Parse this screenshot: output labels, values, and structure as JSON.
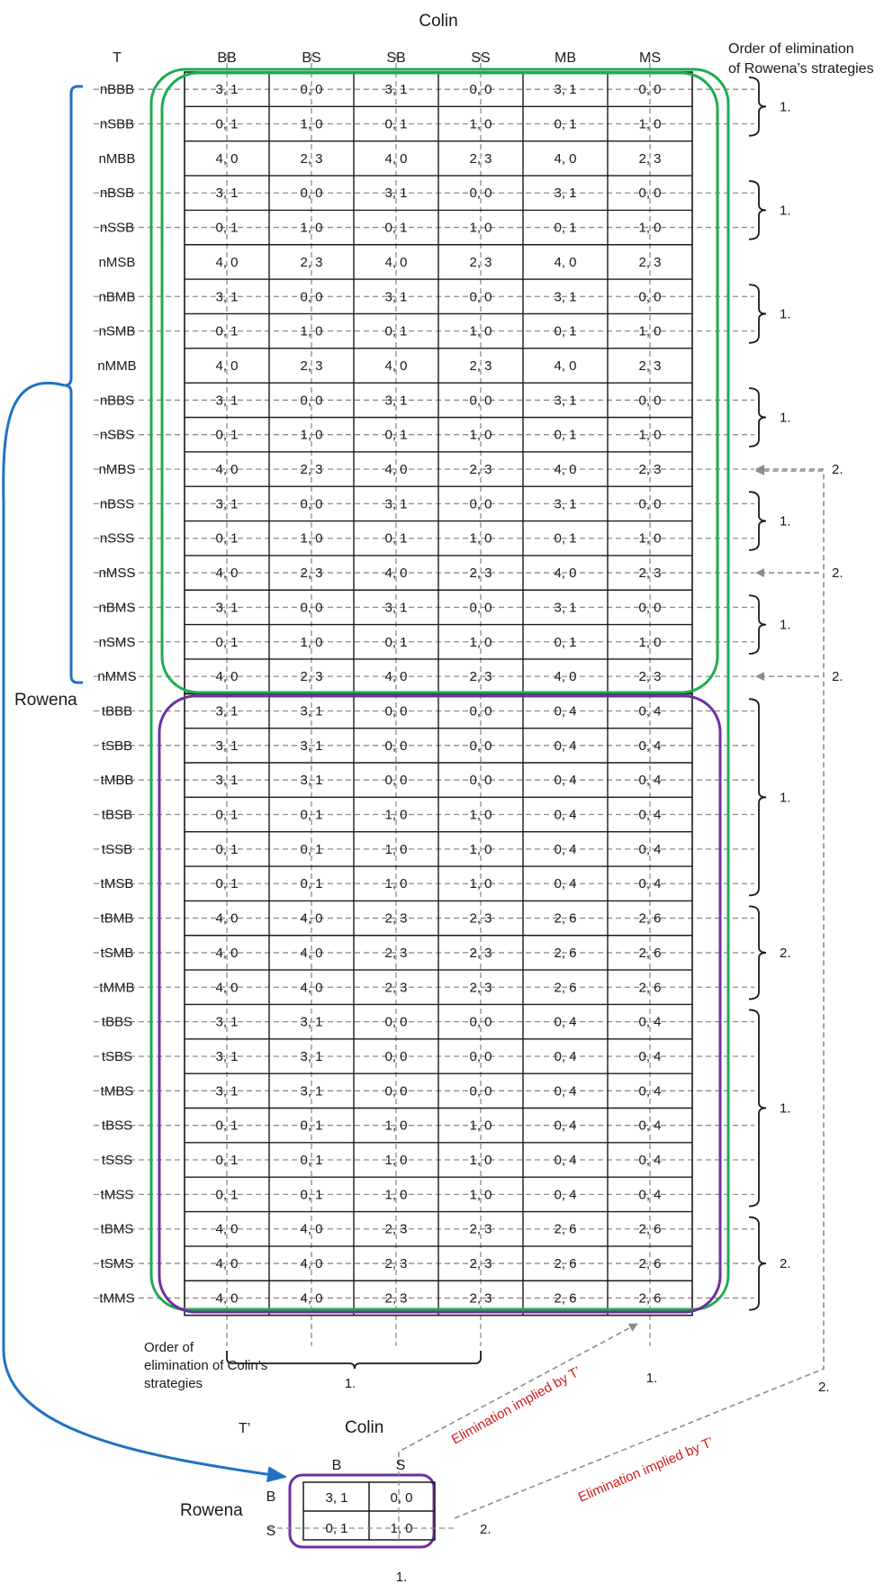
{
  "main": {
    "title": "Colin",
    "matrix_label": "T",
    "row_player": "Rowena",
    "col_headers": [
      "BB",
      "BS",
      "SB",
      "SS",
      "MB",
      "MS"
    ],
    "rows": [
      {
        "label": "nBBB",
        "cells": [
          "3, 1",
          "0, 0",
          "3, 1",
          "0, 0",
          "3, 1",
          "0, 0"
        ]
      },
      {
        "label": "nSBB",
        "cells": [
          "0, 1",
          "1, 0",
          "0, 1",
          "1, 0",
          "0, 1",
          "1, 0"
        ]
      },
      {
        "label": "nMBB",
        "cells": [
          "4, 0",
          "2, 3",
          "4, 0",
          "2, 3",
          "4, 0",
          "2, 3"
        ]
      },
      {
        "label": "nBSB",
        "cells": [
          "3, 1",
          "0, 0",
          "3, 1",
          "0, 0",
          "3, 1",
          "0, 0"
        ]
      },
      {
        "label": "nSSB",
        "cells": [
          "0, 1",
          "1, 0",
          "0, 1",
          "1, 0",
          "0, 1",
          "1, 0"
        ]
      },
      {
        "label": "nMSB",
        "cells": [
          "4, 0",
          "2, 3",
          "4, 0",
          "2, 3",
          "4, 0",
          "2, 3"
        ]
      },
      {
        "label": "nBMB",
        "cells": [
          "3, 1",
          "0, 0",
          "3, 1",
          "0, 0",
          "3, 1",
          "0, 0"
        ]
      },
      {
        "label": "nSMB",
        "cells": [
          "0, 1",
          "1, 0",
          "0, 1",
          "1, 0",
          "0, 1",
          "1, 0"
        ]
      },
      {
        "label": "nMMB",
        "cells": [
          "4, 0",
          "2, 3",
          "4, 0",
          "2, 3",
          "4, 0",
          "2, 3"
        ]
      },
      {
        "label": "nBBS",
        "cells": [
          "3, 1",
          "0, 0",
          "3, 1",
          "0, 0",
          "3, 1",
          "0, 0"
        ]
      },
      {
        "label": "nSBS",
        "cells": [
          "0, 1",
          "1, 0",
          "0, 1",
          "1, 0",
          "0, 1",
          "1, 0"
        ]
      },
      {
        "label": "nMBS",
        "cells": [
          "4, 0",
          "2, 3",
          "4, 0",
          "2, 3",
          "4, 0",
          "2, 3"
        ]
      },
      {
        "label": "nBSS",
        "cells": [
          "3, 1",
          "0, 0",
          "3, 1",
          "0, 0",
          "3, 1",
          "0, 0"
        ]
      },
      {
        "label": "nSSS",
        "cells": [
          "0, 1",
          "1, 0",
          "0, 1",
          "1, 0",
          "0, 1",
          "1, 0"
        ]
      },
      {
        "label": "nMSS",
        "cells": [
          "4, 0",
          "2, 3",
          "4, 0",
          "2, 3",
          "4, 0",
          "2, 3"
        ]
      },
      {
        "label": "nBMS",
        "cells": [
          "3, 1",
          "0, 0",
          "3, 1",
          "0, 0",
          "3, 1",
          "0, 0"
        ]
      },
      {
        "label": "nSMS",
        "cells": [
          "0, 1",
          "1, 0",
          "0, 1",
          "1, 0",
          "0, 1",
          "1, 0"
        ]
      },
      {
        "label": "nMMS",
        "cells": [
          "4, 0",
          "2, 3",
          "4, 0",
          "2, 3",
          "4, 0",
          "2, 3"
        ]
      },
      {
        "label": "tBBB",
        "cells": [
          "3, 1",
          "3, 1",
          "0, 0",
          "0, 0",
          "0, 4",
          "0, 4"
        ]
      },
      {
        "label": "tSBB",
        "cells": [
          "3, 1",
          "3, 1",
          "0, 0",
          "0, 0",
          "0, 4",
          "0, 4"
        ]
      },
      {
        "label": "tMBB",
        "cells": [
          "3, 1",
          "3, 1",
          "0, 0",
          "0, 0",
          "0, 4",
          "0, 4"
        ]
      },
      {
        "label": "tBSB",
        "cells": [
          "0, 1",
          "0, 1",
          "1, 0",
          "1, 0",
          "0, 4",
          "0, 4"
        ]
      },
      {
        "label": "tSSB",
        "cells": [
          "0, 1",
          "0, 1",
          "1, 0",
          "1, 0",
          "0, 4",
          "0, 4"
        ]
      },
      {
        "label": "tMSB",
        "cells": [
          "0, 1",
          "0, 1",
          "1, 0",
          "1, 0",
          "0, 4",
          "0, 4"
        ]
      },
      {
        "label": "tBMB",
        "cells": [
          "4, 0",
          "4, 0",
          "2, 3",
          "2, 3",
          "2, 6",
          "2, 6"
        ]
      },
      {
        "label": "tSMB",
        "cells": [
          "4, 0",
          "4, 0",
          "2, 3",
          "2, 3",
          "2, 6",
          "2, 6"
        ]
      },
      {
        "label": "tMMB",
        "cells": [
          "4, 0",
          "4, 0",
          "2, 3",
          "2, 3",
          "2, 6",
          "2, 6"
        ]
      },
      {
        "label": "tBBS",
        "cells": [
          "3, 1",
          "3, 1",
          "0, 0",
          "0, 0",
          "0, 4",
          "0, 4"
        ]
      },
      {
        "label": "tSBS",
        "cells": [
          "3, 1",
          "3, 1",
          "0, 0",
          "0, 0",
          "0, 4",
          "0, 4"
        ]
      },
      {
        "label": "tMBS",
        "cells": [
          "3, 1",
          "3, 1",
          "0, 0",
          "0, 0",
          "0, 4",
          "0, 4"
        ]
      },
      {
        "label": "tBSS",
        "cells": [
          "0, 1",
          "0, 1",
          "1, 0",
          "1, 0",
          "0, 4",
          "0, 4"
        ]
      },
      {
        "label": "tSSS",
        "cells": [
          "0, 1",
          "0, 1",
          "1, 0",
          "1, 0",
          "0, 4",
          "0, 4"
        ]
      },
      {
        "label": "tMSS",
        "cells": [
          "0, 1",
          "0, 1",
          "1, 0",
          "1, 0",
          "0, 4",
          "0, 4"
        ]
      },
      {
        "label": "tBMS",
        "cells": [
          "4, 0",
          "4, 0",
          "2, 3",
          "2, 3",
          "2, 6",
          "2, 6"
        ]
      },
      {
        "label": "tSMS",
        "cells": [
          "4, 0",
          "4, 0",
          "2, 3",
          "2, 3",
          "2, 6",
          "2, 6"
        ]
      },
      {
        "label": "tMMS",
        "cells": [
          "4, 0",
          "4, 0",
          "2, 3",
          "2, 3",
          "2, 6",
          "2, 6"
        ]
      }
    ]
  },
  "row_order": {
    "title_line1": "Order of elimination",
    "title_line2": "of Rowena’s strategies",
    "braces": [
      {
        "label": "1."
      },
      {
        "label": "1."
      },
      {
        "label": "1."
      },
      {
        "label": "1."
      },
      {
        "label": "1."
      },
      {
        "label": "1."
      },
      {
        "label": "1."
      },
      {
        "label": "2."
      },
      {
        "label": "1."
      },
      {
        "label": "2."
      }
    ],
    "arrows": [
      {
        "label": "2."
      },
      {
        "label": "2."
      },
      {
        "label": "2."
      }
    ]
  },
  "col_order": {
    "line1": "Order of",
    "line2": "elimination of Colin’s",
    "line3": "strategies",
    "brace_label": "1.",
    "ms_label": "1.",
    "right_label": "2."
  },
  "small": {
    "matrix_label": "T’",
    "title": "Colin",
    "row_player": "Rowena",
    "col_headers": [
      "B",
      "S"
    ],
    "row_labels": [
      "B",
      "S"
    ],
    "cells": [
      [
        "3, 1",
        "0, 0"
      ],
      [
        "0, 1",
        "1, 0"
      ]
    ],
    "row_elim_label": "2.",
    "col_elim_label": "1."
  },
  "annotations": {
    "implied_1": "Elimination implied by T’",
    "implied_2": "Elimination implied by T’"
  },
  "colors": {
    "green": "#1fab50",
    "purple": "#7030a0",
    "blue": "#1f72c4",
    "red": "#d11a1a",
    "gray": "#8c8c8c"
  }
}
